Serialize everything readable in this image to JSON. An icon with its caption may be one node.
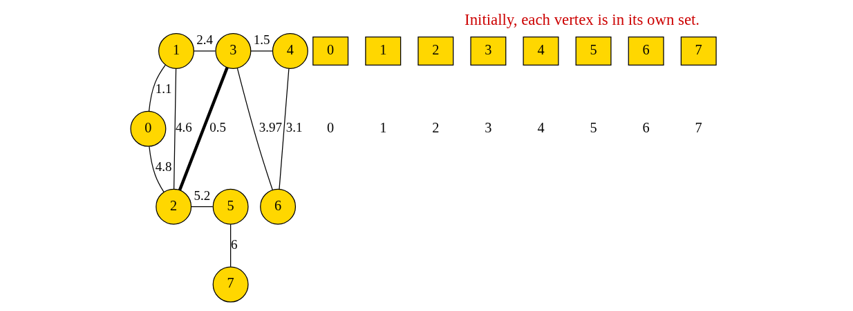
{
  "diagram": {
    "title": "Initially, each vertex is in its own set.",
    "nodes": [
      {
        "text": [
          "0"
        ]
      },
      {
        "text": [
          "1"
        ]
      },
      {
        "text": [
          "2"
        ]
      },
      {
        "text": [
          "3"
        ]
      },
      {
        "text": [
          "4"
        ]
      },
      {
        "text": [
          "5"
        ]
      },
      {
        "text": [
          "6"
        ]
      },
      {
        "text": [
          "7"
        ]
      },
      {
        "text": [
          "0"
        ]
      },
      {
        "text": [
          "1"
        ]
      },
      {
        "text": [
          "2"
        ]
      },
      {
        "text": [
          "3"
        ]
      },
      {
        "text": [
          "4"
        ]
      },
      {
        "text": [
          "5"
        ]
      },
      {
        "text": [
          "6"
        ]
      },
      {
        "text": [
          "7"
        ]
      }
    ],
    "edges": [
      {
        "from": 0,
        "to": 1,
        "arrow": "none",
        "label": "1.1"
      },
      {
        "from": 0,
        "to": 2,
        "arrow": "none",
        "label": "4.8"
      },
      {
        "from": 1,
        "to": 3,
        "arrow": "none",
        "label": "2.4"
      },
      {
        "from": 1,
        "to": 2,
        "arrow": "none",
        "label": "4.6"
      },
      {
        "from": 2,
        "to": 3,
        "arrow": "none",
        "label": "0.5",
        "style": "thick"
      },
      {
        "from": 3,
        "to": 4,
        "arrow": "none",
        "label": "1.5"
      },
      {
        "from": 3,
        "to": 6,
        "arrow": "none",
        "label": "3.97"
      },
      {
        "from": 4,
        "to": 6,
        "arrow": "none",
        "label": "3.1"
      },
      {
        "from": 2,
        "to": 5,
        "arrow": "none",
        "label": "5.2"
      },
      {
        "from": 5,
        "to": 7,
        "arrow": "none",
        "label": "6"
      }
    ],
    "labels": [
      "0",
      "1",
      "2",
      "3",
      "4",
      "5",
      "6",
      "7"
    ]
  }
}
